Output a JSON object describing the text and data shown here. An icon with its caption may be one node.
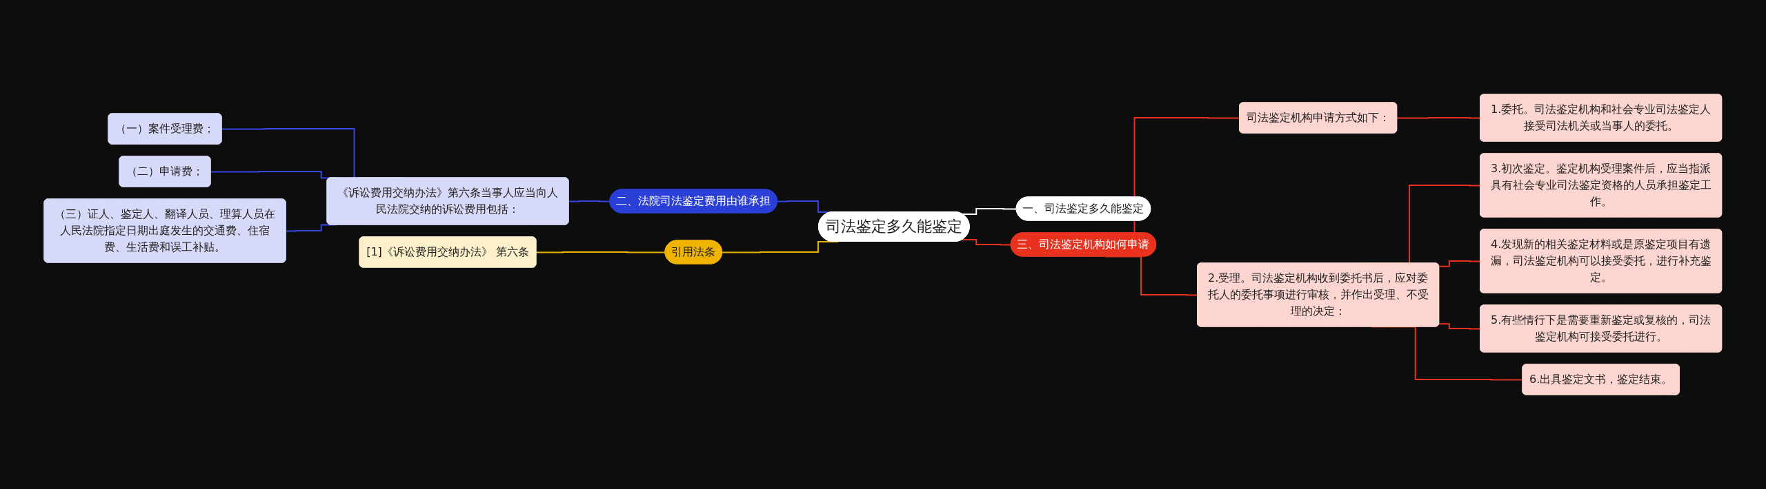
{
  "diagram": {
    "nodes": [
      {
        "text": [
          "司法鉴定多久能鉴定"
        ]
      },
      {
        "text": [
          "一、司法鉴定多久能鉴定"
        ]
      },
      {
        "text": [
          "二、法院司法鉴定费用由谁承担"
        ]
      },
      {
        "text": [
          "《诉讼费用交纳办法》第六条当事人应当向人民法院交纳的诉讼费用包括："
        ]
      },
      {
        "text": [
          "（一）案件受理费；"
        ]
      },
      {
        "text": [
          "（二）申请费；"
        ]
      },
      {
        "text": [
          "（三）证人、鉴定人、翻译人员、理算人员在人民法院指定日期出庭发生的交通费、住宿费、生活费和误工补贴。"
        ]
      },
      {
        "text": [
          "三、司法鉴定机构如何申请"
        ]
      },
      {
        "text": [
          "司法鉴定机构申请方式如下："
        ]
      },
      {
        "text": [
          "1.委托。司法鉴定机构和社会专业司法鉴定人接受司法机关或当事人的委托。"
        ]
      },
      {
        "text": [
          "2.受理。司法鉴定机构收到委托书后，应对委托人的委托事项进行审核，并作出受理、不受理的决定："
        ]
      },
      {
        "text": [
          "3.初次鉴定。鉴定机构受理案件后，应当指派具有社会专业司法鉴定资格的人员承担鉴定工作。"
        ]
      },
      {
        "text": [
          "4.发现新的相关鉴定材料或是原鉴定项目有遗漏，司法鉴定机构可以接受委托，进行补充鉴定。"
        ]
      },
      {
        "text": [
          "5.有些情行下是需要重新鉴定或复核的，司法鉴定机构可接受委托进行。"
        ]
      },
      {
        "text": [
          "6.出具鉴定文书，鉴定结束。"
        ]
      },
      {
        "text": [
          "引用法条"
        ]
      },
      {
        "text": [
          "[1]《诉讼费用交纳办法》 第六条"
        ]
      }
    ],
    "edges": [
      {
        "from": 0,
        "to": 1,
        "arrow": "none",
        "color": "#ffffff"
      },
      {
        "from": 2,
        "to": 0,
        "arrow": "none",
        "color": "#3447e0"
      },
      {
        "from": 3,
        "to": 2,
        "arrow": "none",
        "color": "#3447e0"
      },
      {
        "from": 4,
        "to": 3,
        "arrow": "none",
        "color": "#3447e0"
      },
      {
        "from": 5,
        "to": 3,
        "arrow": "none",
        "color": "#3447e0"
      },
      {
        "from": 6,
        "to": 3,
        "arrow": "none",
        "color": "#3447e0"
      },
      {
        "from": 0,
        "to": 7,
        "arrow": "none"
      },
      {
        "from": 7,
        "to": 8,
        "arrow": "none"
      },
      {
        "from": 8,
        "to": 9,
        "arrow": "none"
      },
      {
        "from": 7,
        "to": 10,
        "arrow": "none"
      },
      {
        "from": 10,
        "to": 11,
        "arrow": "none"
      },
      {
        "from": 10,
        "to": 12,
        "arrow": "none"
      },
      {
        "from": 10,
        "to": 13,
        "arrow": "none"
      },
      {
        "from": 10,
        "to": 14,
        "arrow": "none"
      },
      {
        "from": 15,
        "to": 0,
        "arrow": "none",
        "color": "#f0b400"
      },
      {
        "from": 16,
        "to": 15,
        "arrow": "none",
        "color": "#f0b400"
      }
    ]
  }
}
